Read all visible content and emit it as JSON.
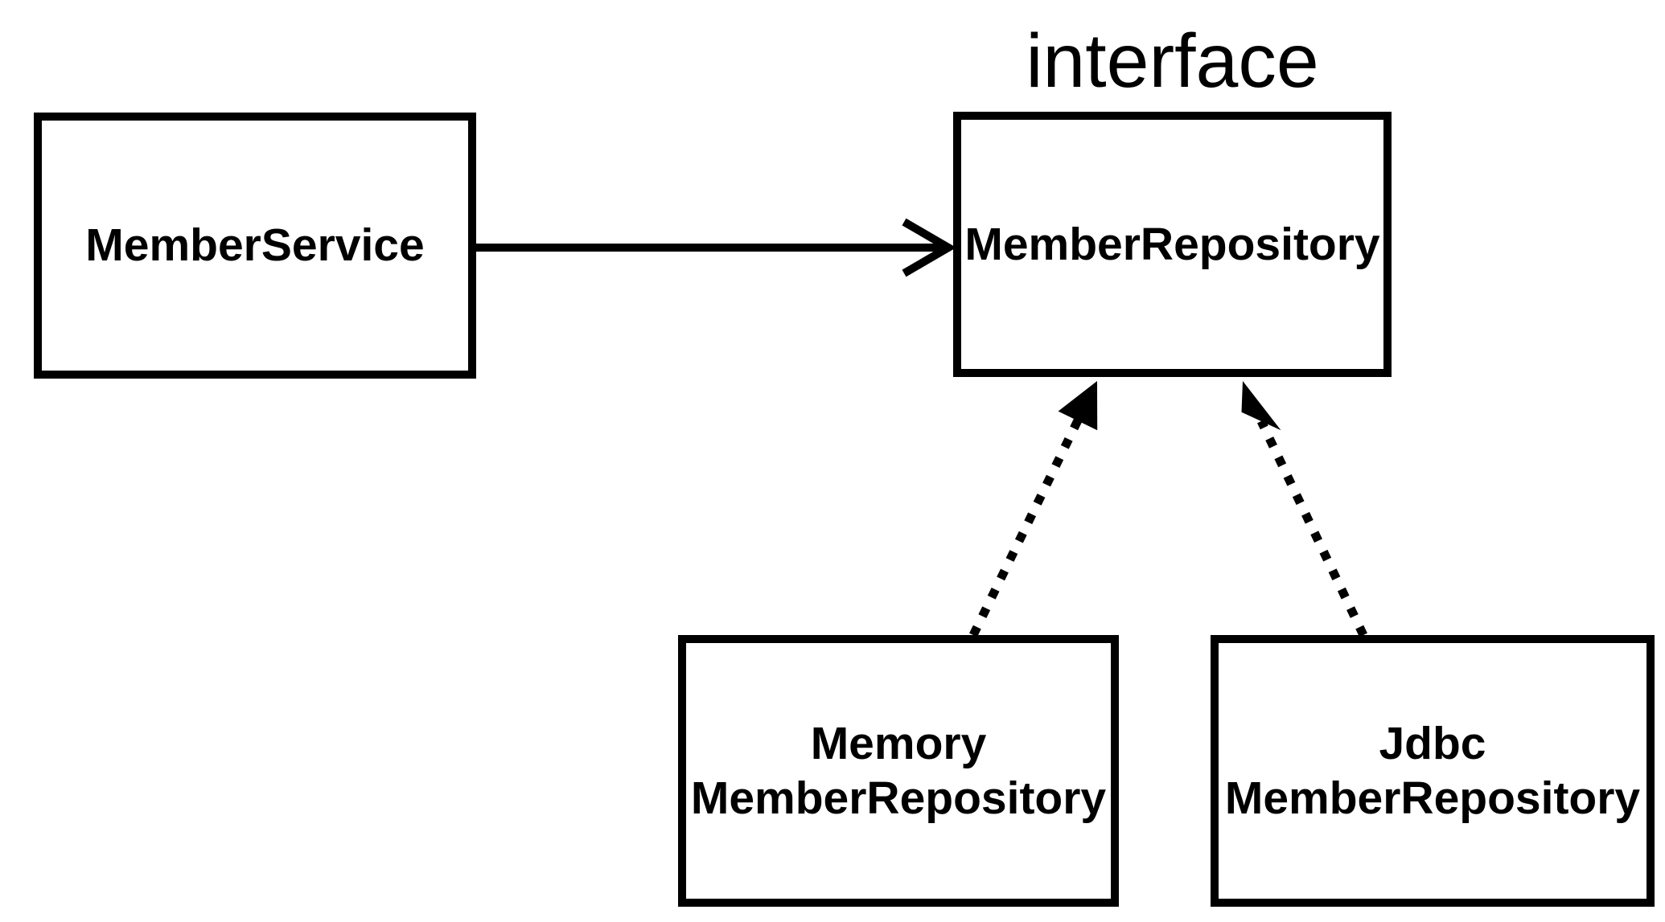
{
  "diagram": {
    "interface_label": "interface",
    "nodes": [
      {
        "id": "member-service",
        "label": "MemberService"
      },
      {
        "id": "member-repository",
        "label": "MemberRepository",
        "stereotype": "interface"
      },
      {
        "id": "memory-member-repository",
        "label_lines": [
          "Memory",
          "MemberRepository"
        ]
      },
      {
        "id": "jdbc-member-repository",
        "label_lines": [
          "Jdbc",
          "MemberRepository"
        ]
      }
    ],
    "edges": [
      {
        "from": "member-service",
        "to": "member-repository",
        "style": "solid",
        "head": "open-chevron"
      },
      {
        "from": "memory-member-repository",
        "to": "member-repository",
        "style": "dotted",
        "head": "filled-triangle"
      },
      {
        "from": "jdbc-member-repository",
        "to": "member-repository",
        "style": "dotted",
        "head": "filled-triangle"
      }
    ],
    "colors": {
      "stroke": "#000000",
      "background": "#ffffff",
      "text": "#000000"
    }
  }
}
